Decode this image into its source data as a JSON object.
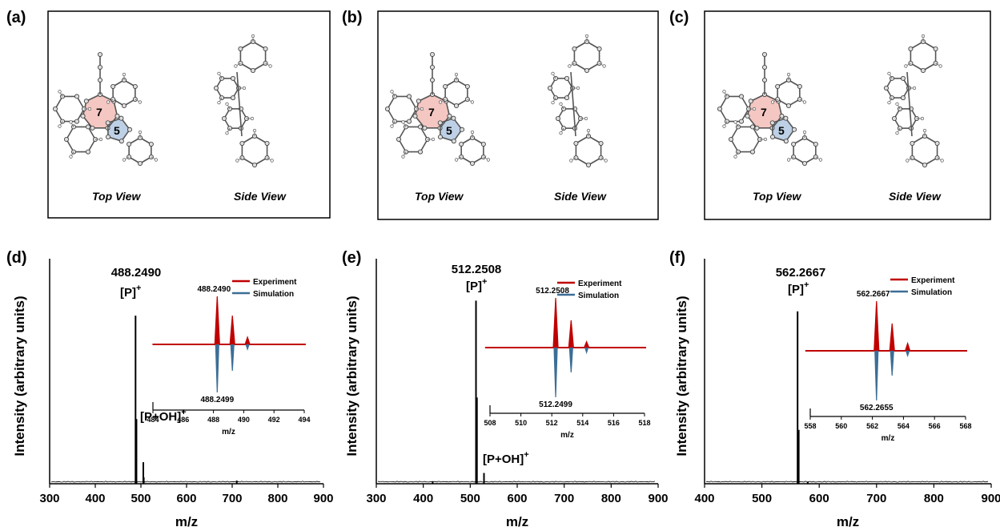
{
  "colors": {
    "experiment": "#c00000",
    "simulation": "#3c6e96",
    "seven_ring": "#f5c7c2",
    "five_ring": "#bdd0e6",
    "spectrum": "#000000"
  },
  "structure_panels": [
    {
      "label": "(a)",
      "top_view": "Top View",
      "side_view": "Side View",
      "ring7": "7",
      "ring5": "5"
    },
    {
      "label": "(b)",
      "top_view": "Top View",
      "side_view": "Side View",
      "ring7": "7",
      "ring5": "5"
    },
    {
      "label": "(c)",
      "top_view": "Top View",
      "side_view": "Side View",
      "ring7": "7",
      "ring5": "5"
    }
  ],
  "chart_data": [
    {
      "type": "line",
      "label": "(d)",
      "xlabel": "m/z",
      "ylabel": "Intensity (arbitrary units)",
      "xlim": [
        300,
        900
      ],
      "xticks": [
        300,
        400,
        500,
        600,
        700,
        800,
        900
      ],
      "peaks": [
        {
          "x": 488.249,
          "y": 0.78
        },
        {
          "x": 490.25,
          "y": 0.3
        },
        {
          "x": 505.25,
          "y": 0.1
        },
        {
          "x": 506.25,
          "y": 0.03
        },
        {
          "x": 710,
          "y": 0.015
        }
      ],
      "main_peak": {
        "value": "488.2490",
        "ion": "[P]",
        "sup": "+"
      },
      "second_peak": {
        "ion": "[P+OH]",
        "sup": "+"
      },
      "inset": {
        "xlim": [
          484,
          494
        ],
        "xticks": [
          484,
          486,
          488,
          490,
          492,
          494
        ],
        "xlabel": "m/z",
        "exp_label": "488.2490",
        "sim_label": "488.2499",
        "experiment": [
          {
            "x": 488.249,
            "y": 1.0
          },
          {
            "x": 489.25,
            "y": 0.6
          },
          {
            "x": 490.25,
            "y": 0.15
          }
        ],
        "simulation": [
          {
            "x": 488.2499,
            "y": 1.0
          },
          {
            "x": 489.25,
            "y": 0.55
          },
          {
            "x": 490.25,
            "y": 0.1
          }
        ],
        "legend": [
          "Experiment",
          "Simulation"
        ]
      }
    },
    {
      "type": "line",
      "label": "(e)",
      "xlabel": "m/z",
      "ylabel": "Intensity (arbitrary units)",
      "xlim": [
        300,
        900
      ],
      "xticks": [
        300,
        400,
        500,
        600,
        700,
        800,
        900
      ],
      "peaks": [
        {
          "x": 512.2508,
          "y": 0.85
        },
        {
          "x": 514.25,
          "y": 0.4
        },
        {
          "x": 529.25,
          "y": 0.05
        },
        {
          "x": 420,
          "y": 0.012
        }
      ],
      "main_peak": {
        "value": "512.2508",
        "ion": "[P]",
        "sup": "+"
      },
      "second_peak": {
        "ion": "[P+OH]",
        "sup": "+"
      },
      "inset": {
        "xlim": [
          508,
          518
        ],
        "xticks": [
          508,
          510,
          512,
          514,
          516,
          518
        ],
        "xlabel": "m/z",
        "exp_label": "512.2508",
        "sim_label": "512.2499",
        "experiment": [
          {
            "x": 512.2508,
            "y": 1.0
          },
          {
            "x": 513.25,
            "y": 0.55
          },
          {
            "x": 514.25,
            "y": 0.12
          }
        ],
        "simulation": [
          {
            "x": 512.2499,
            "y": 1.0
          },
          {
            "x": 513.25,
            "y": 0.5
          },
          {
            "x": 514.25,
            "y": 0.1
          }
        ],
        "legend": [
          "Experiment",
          "Simulation"
        ]
      }
    },
    {
      "type": "line",
      "label": "(f)",
      "xlabel": "m/z",
      "ylabel": "Intensity (arbitrary units)",
      "xlim": [
        400,
        900
      ],
      "xticks": [
        400,
        500,
        600,
        700,
        800,
        900
      ],
      "peaks": [
        {
          "x": 562.2667,
          "y": 0.8
        },
        {
          "x": 564.27,
          "y": 0.25
        },
        {
          "x": 580,
          "y": 0.008
        }
      ],
      "main_peak": {
        "value": "562.2667",
        "ion": "[P]",
        "sup": "+"
      },
      "inset": {
        "xlim": [
          558,
          568
        ],
        "xticks": [
          558,
          560,
          562,
          564,
          566,
          568
        ],
        "xlabel": "m/z",
        "exp_label": "562.2667",
        "sim_label": "562.2655",
        "experiment": [
          {
            "x": 562.2667,
            "y": 1.0
          },
          {
            "x": 563.27,
            "y": 0.55
          },
          {
            "x": 564.27,
            "y": 0.15
          }
        ],
        "simulation": [
          {
            "x": 562.2655,
            "y": 1.0
          },
          {
            "x": 563.27,
            "y": 0.5
          },
          {
            "x": 564.27,
            "y": 0.1
          }
        ],
        "legend": [
          "Experiment",
          "Simulation"
        ]
      }
    }
  ]
}
